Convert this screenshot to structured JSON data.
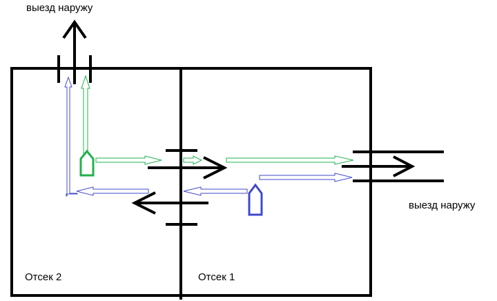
{
  "labels": {
    "exit_top": "выезд наружу",
    "exit_right": "выезд наружу",
    "bay_2": "Отсек 2",
    "bay_1": "Отсек 1"
  },
  "colors": {
    "walls": "#000000",
    "green_route": "#22b14c",
    "blue_route": "#3f48cc",
    "green_path": "#7ad08c",
    "blue_path": "#8f95e0"
  },
  "icons": [
    "green-vehicle-icon",
    "blue-vehicle-icon"
  ]
}
